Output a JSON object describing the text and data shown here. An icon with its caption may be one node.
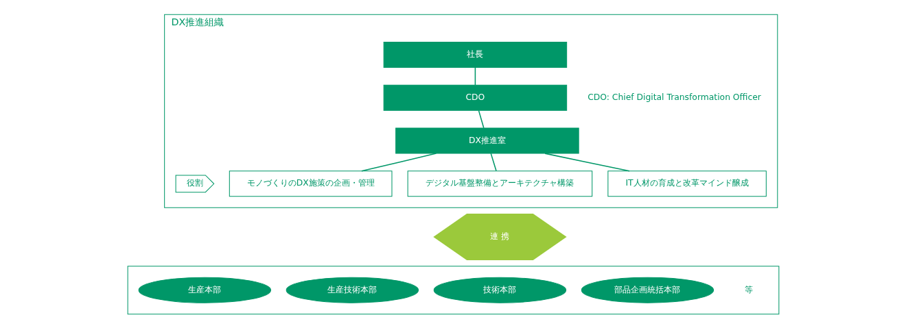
{
  "diagram": {
    "nodes": [
      {
        "text": [
          "DX推進組織"
        ]
      },
      {
        "text": [
          "社長"
        ],
        "in": 0
      },
      {
        "text": [
          "CDO"
        ],
        "in": 0,
        "beside": [
          "CDO: Chief Digital Transformation Officer"
        ]
      },
      {
        "text": [
          "DX推進室"
        ],
        "in": 0
      },
      {
        "text": [
          "役割"
        ],
        "in": 0
      },
      {
        "text": [
          "モノづくりのDX施策の企画・管理"
        ],
        "in": 0
      },
      {
        "text": [
          "デジタル基盤整備とアーキテクチャ構築"
        ],
        "in": 0
      },
      {
        "text": [
          "IT人材の育成と改革マインド醸成"
        ],
        "in": 0
      },
      {
        "text": [
          "連 携"
        ]
      },
      {
        "text": [],
        "shape": "box"
      },
      {
        "text": [
          "生産本部"
        ],
        "in": 9
      },
      {
        "text": [
          "生産技術本部"
        ],
        "in": 9
      },
      {
        "text": [
          "技術本部"
        ],
        "in": 9
      },
      {
        "text": [
          "部品企画統括本部"
        ],
        "in": 9
      }
    ],
    "edges": [
      {
        "from": 1,
        "to": 2,
        "arrow": "none"
      },
      {
        "from": 2,
        "to": 3,
        "arrow": "none"
      },
      {
        "from": 3,
        "to": 5,
        "arrow": "none"
      },
      {
        "from": 3,
        "to": 6,
        "arrow": "none"
      },
      {
        "from": 3,
        "to": 7,
        "arrow": "none"
      }
    ],
    "labels": [
      "等"
    ]
  }
}
